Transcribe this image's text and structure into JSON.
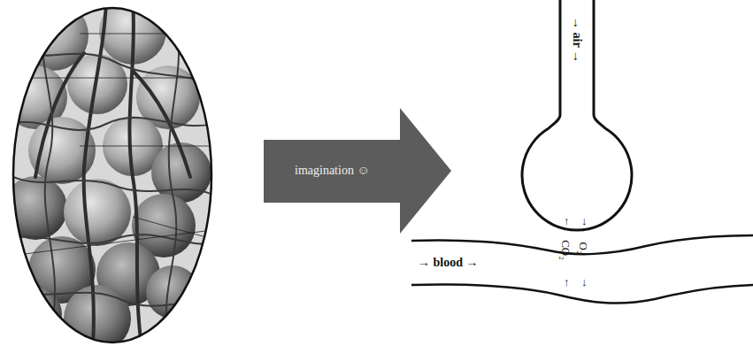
{
  "diagram": {
    "nodes": [
      {
        "text": [
          "imagination ☺"
        ]
      },
      {
        "text": [
          "→ blood →"
        ]
      }
    ],
    "labels": [
      "→ air →",
      "CO₂",
      "O₂",
      "↑",
      "↓",
      "↑",
      "↓"
    ]
  }
}
